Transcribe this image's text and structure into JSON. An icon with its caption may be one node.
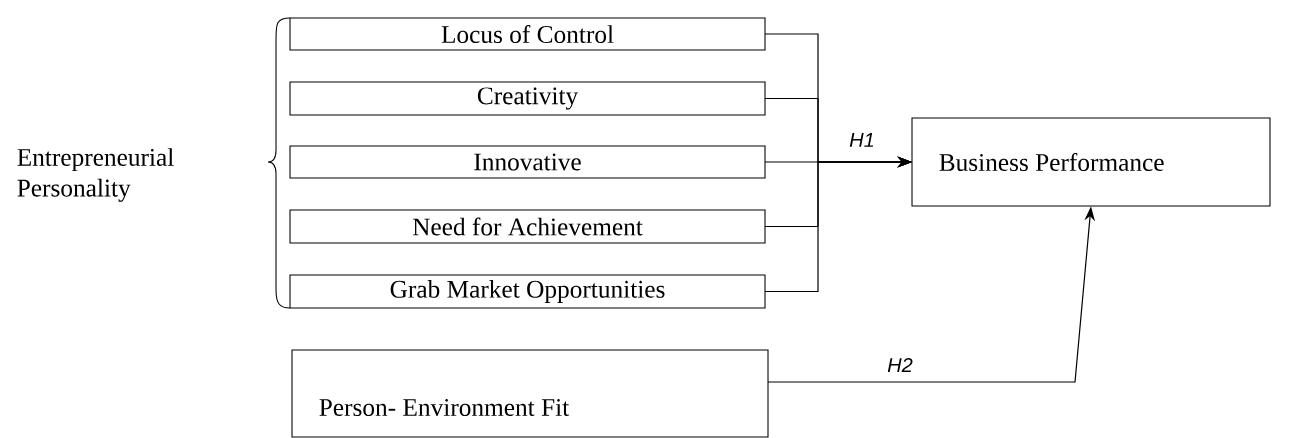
{
  "diagram": {
    "nodes": [
      {
        "text": [
          "Locus of Control"
        ]
      },
      {
        "text": [
          "Creativity"
        ]
      },
      {
        "text": [
          "Innovative"
        ]
      },
      {
        "text": [
          "Need for Achievement"
        ]
      },
      {
        "text": [
          "Grab Market Opportunities"
        ]
      },
      {
        "text": [
          "Business Performance"
        ]
      },
      {
        "text": [
          "Person- Environment Fit"
        ]
      }
    ],
    "edges": [
      {
        "from": 0,
        "to": 5,
        "arrow": "to"
      },
      {
        "from": 1,
        "to": 5,
        "arrow": "to"
      },
      {
        "from": 2,
        "to": 5,
        "arrow": "to",
        "label": "H1"
      },
      {
        "from": 3,
        "to": 5,
        "arrow": "to"
      },
      {
        "from": 4,
        "to": 5,
        "arrow": "to"
      },
      {
        "from": 6,
        "to": 5,
        "arrow": "to",
        "label": "H2"
      }
    ],
    "labels": [
      "Entrepreneurial Personality"
    ]
  }
}
